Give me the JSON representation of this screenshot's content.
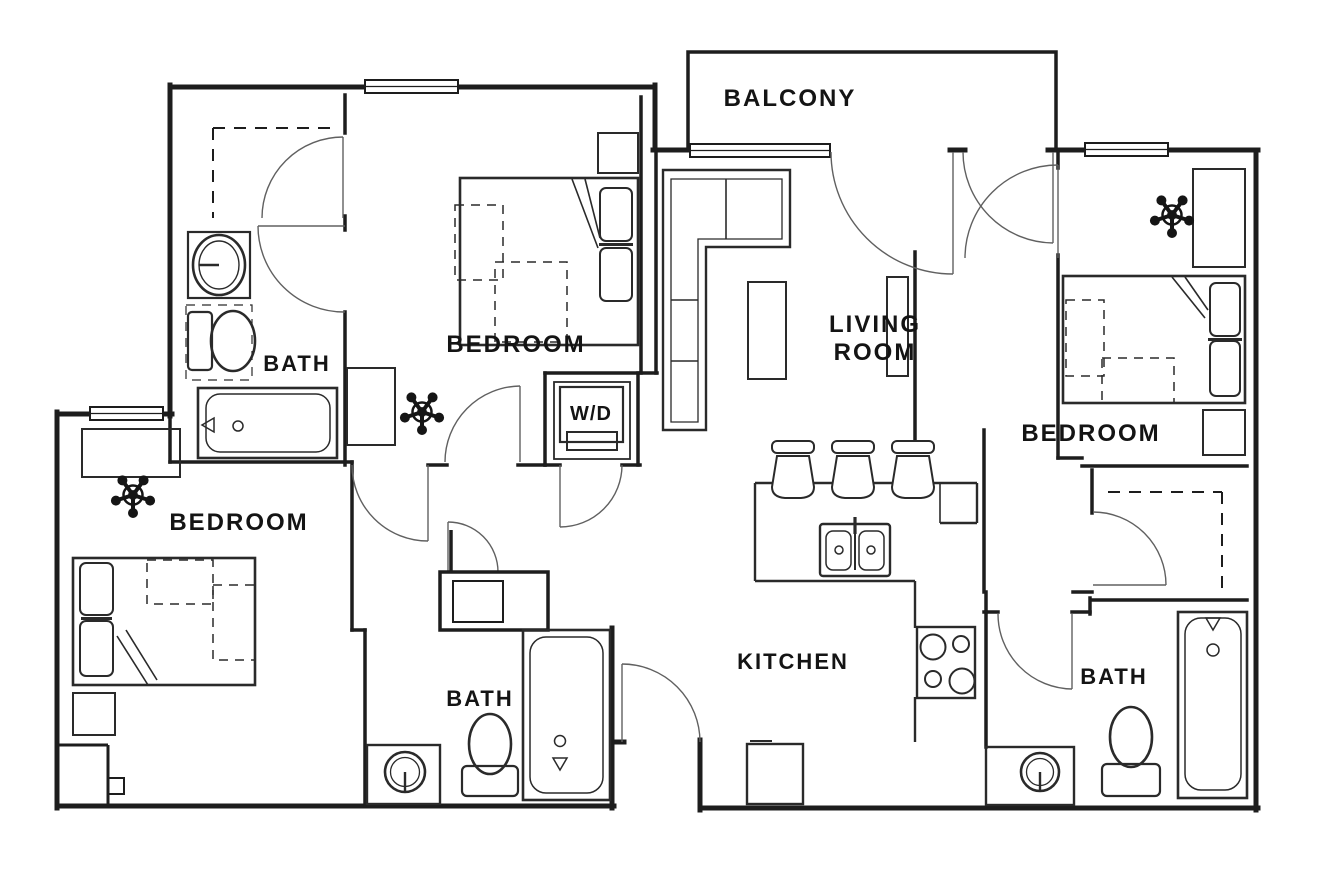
{
  "floor_plan": {
    "rooms": {
      "balcony": "BALCONY",
      "living_room_line1": "LIVING",
      "living_room_line2": "ROOM",
      "bedroom_top": "BEDROOM",
      "bedroom_left": "BEDROOM",
      "bedroom_right": "BEDROOM",
      "bath_upper_left": "BATH",
      "bath_lower_center": "BATH",
      "bath_lower_right": "BATH",
      "kitchen": "KITCHEN",
      "washer_dryer": "W/D"
    },
    "colors": {
      "background": "#ffffff",
      "wall": "#1d1d1d",
      "furniture": "#2a2a2a",
      "door_arc": "#606060",
      "label": "#141414"
    }
  }
}
